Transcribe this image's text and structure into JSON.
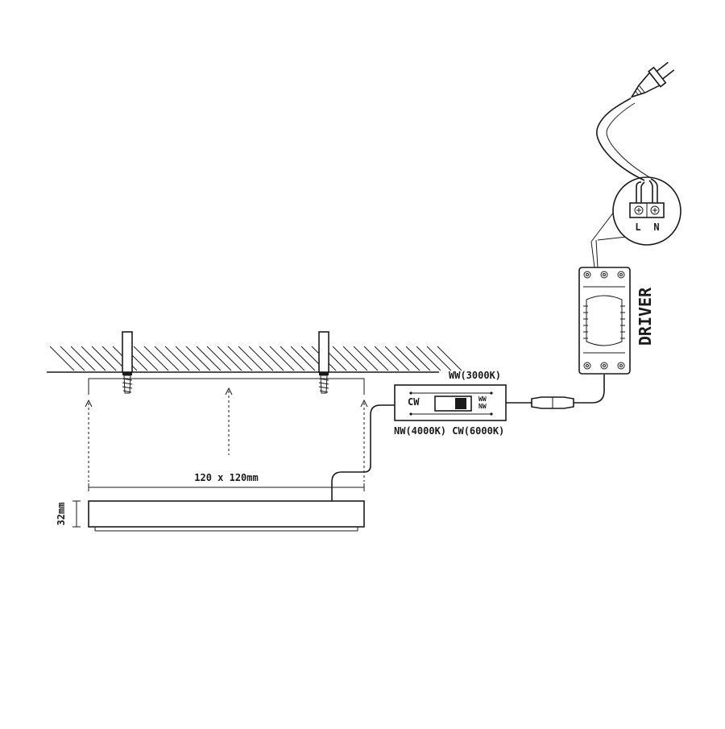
{
  "labels": {
    "ww": "WW(3000K)",
    "nw_cw": "NW(4000K) CW(6000K)",
    "dimension": "120 x 120mm",
    "height": "32mm",
    "driver": "DRIVER",
    "switch_cw": "CW",
    "switch_ww": "WW",
    "switch_nw": "NW",
    "terminal_l": "L",
    "terminal_n": "N"
  }
}
